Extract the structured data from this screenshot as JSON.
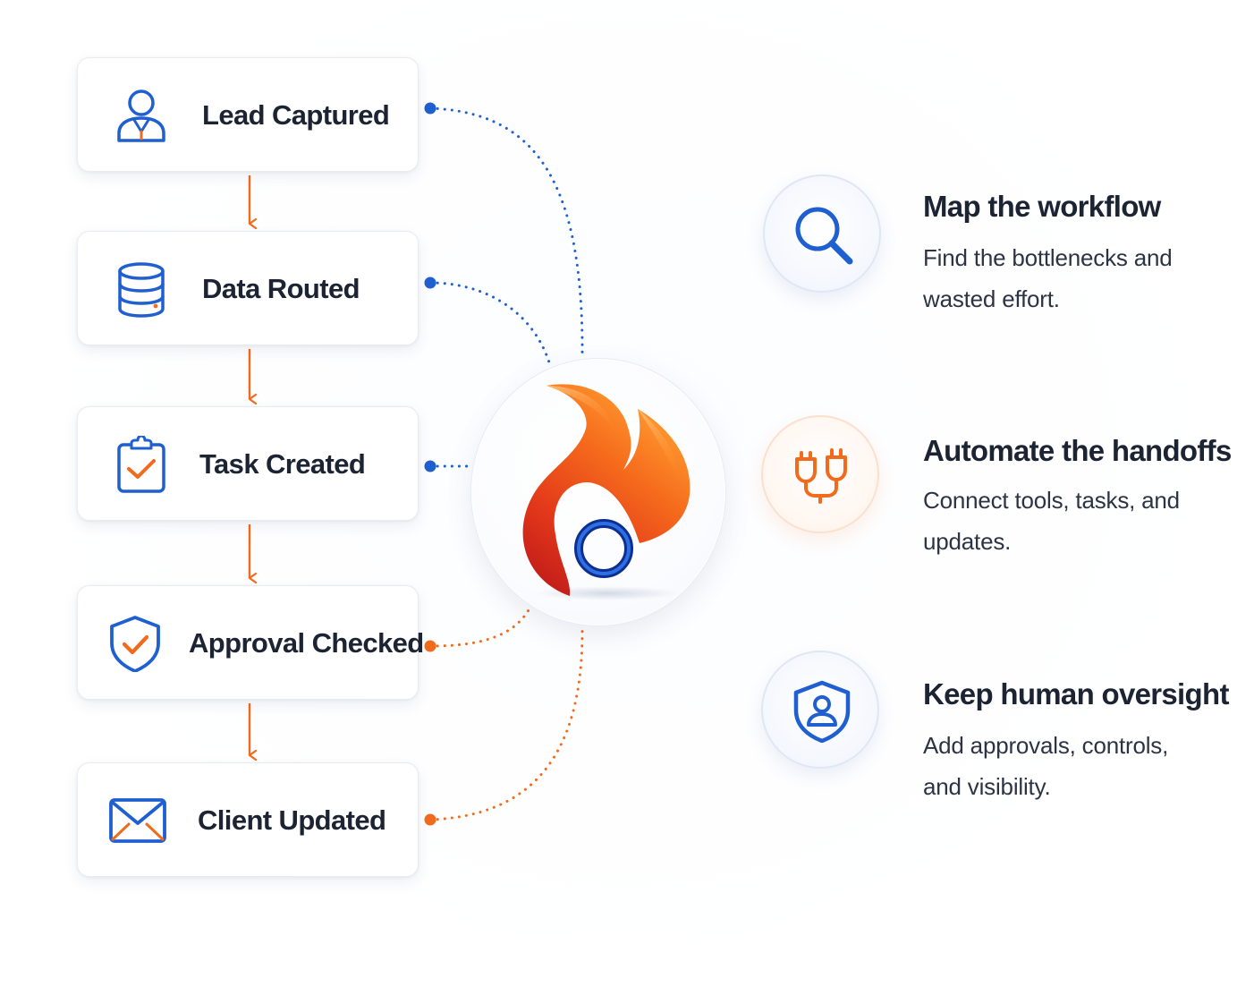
{
  "steps": [
    {
      "label": "Lead Captured",
      "icon": "user-icon"
    },
    {
      "label": "Data Routed",
      "icon": "database-icon"
    },
    {
      "label": "Task Created",
      "icon": "clipboard-check-icon"
    },
    {
      "label": "Approval Checked",
      "icon": "shield-check-icon"
    },
    {
      "label": "Client Updated",
      "icon": "envelope-icon"
    }
  ],
  "hub": {
    "icon": "flame-logo-icon"
  },
  "features": [
    {
      "title": "Map the workflow",
      "description": "Find the bottlenecks and wasted effort.",
      "icon": "search-icon"
    },
    {
      "title": "Automate the handoffs",
      "description": "Connect tools, tasks, and updates.",
      "icon": "plug-connector-icon"
    },
    {
      "title": "Keep human oversight",
      "description": "Add approvals, controls, and visibility.",
      "icon": "shield-user-icon"
    }
  ],
  "colors": {
    "blue": "#1f5fcf",
    "orange": "#f26a1b",
    "text": "#1c2433"
  }
}
